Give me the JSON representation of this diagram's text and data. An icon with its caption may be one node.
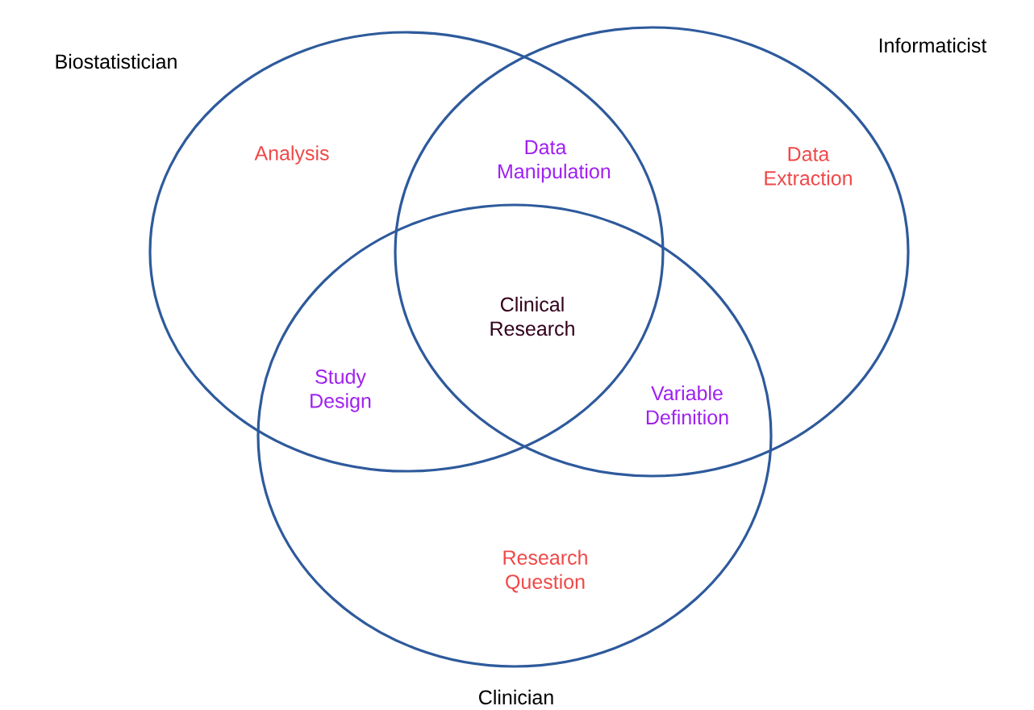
{
  "diagram": {
    "nodes": [
      {
        "text": [
          "Biostatistician"
        ]
      },
      {
        "text": [
          "Informaticist"
        ]
      },
      {
        "text": [
          "Clinician"
        ]
      }
    ],
    "edges": [],
    "labels": [
      "Analysis",
      "Data Manipulation",
      "Data Extraction",
      "Clinical Research",
      "Study Design",
      "Variable Definition",
      "Research Question"
    ]
  }
}
